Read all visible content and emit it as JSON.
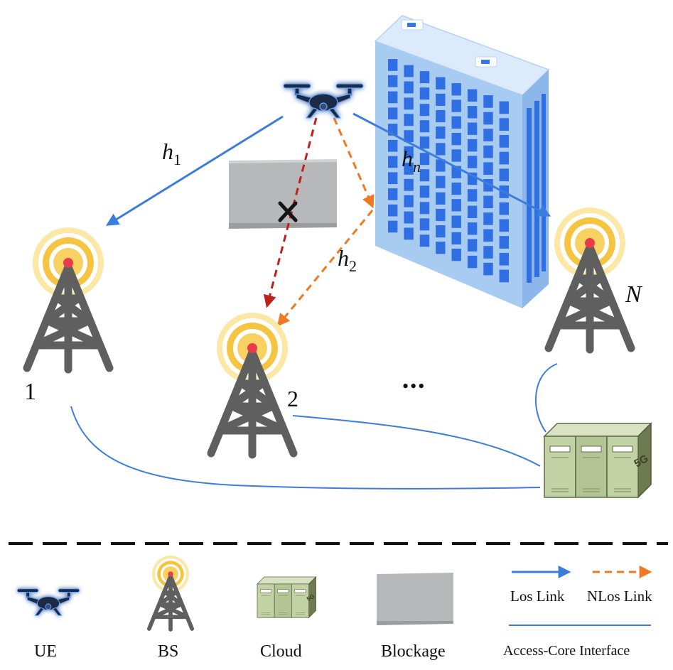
{
  "channel_labels": {
    "h1": {
      "base": "h",
      "sub": "1"
    },
    "h2": {
      "base": "h",
      "sub": "2"
    },
    "hn": {
      "base": "h",
      "sub": "n"
    }
  },
  "bs_labels": {
    "bs1": "1",
    "bs2": "2",
    "bsN": "N"
  },
  "ellipsis": "•••",
  "cloud_badge": "5G",
  "legend": {
    "ue": "UE",
    "bs": "BS",
    "cloud": "Cloud",
    "blockage": "Blockage",
    "los": "Los Link",
    "nlos": "NLos Link",
    "interface": "Access-Core Interface"
  },
  "colors": {
    "los_link": "#3b7ddd",
    "nlos_link": "#f07820",
    "blocked_link": "#c0201a",
    "interface": "#3b7ddd",
    "tower": "#5f5f5f",
    "signal_ring": "#f5c542",
    "building": "#9cc3ef",
    "blockage": "#b6b8b9",
    "cloud_server": "#b9c89a"
  }
}
